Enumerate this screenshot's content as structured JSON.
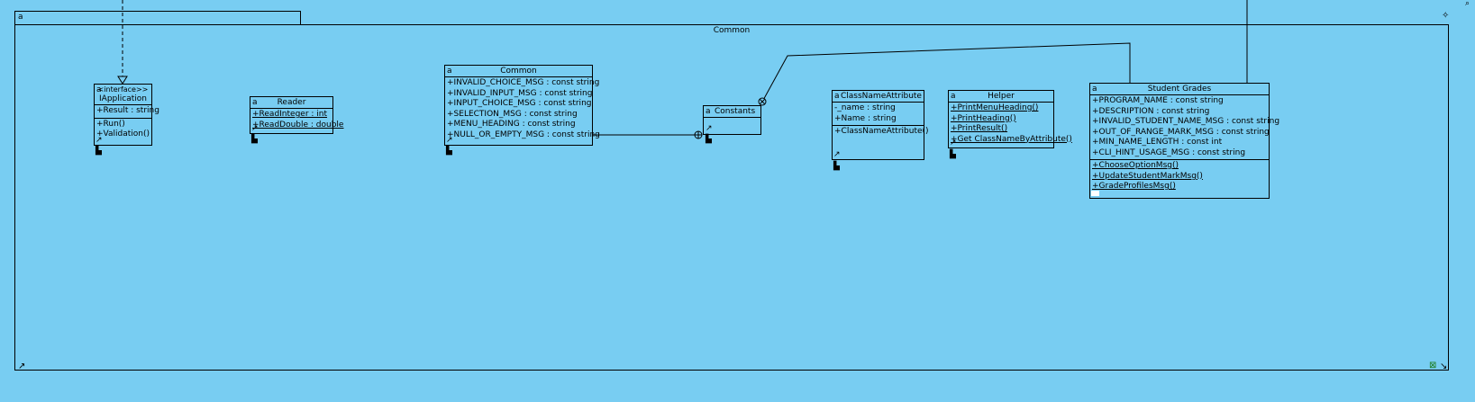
{
  "package": {
    "icon": "a",
    "name": "Common"
  },
  "classes": {
    "iapplication": {
      "icon": "a",
      "stereotype": "<interface>>",
      "name": "IApplication",
      "attributes": [
        "+Result : string"
      ],
      "operations": [
        "+Run()",
        "+Validation()"
      ]
    },
    "reader": {
      "icon": "a",
      "name": "Reader",
      "attributes": [
        "+ReadInteger : int",
        "+ReadDouble : double"
      ]
    },
    "common": {
      "icon": "a",
      "name": "Common",
      "attributes": [
        "+INVALID_CHOICE_MSG : const string",
        "+INVALID_INPUT_MSG : const string",
        "+INPUT_CHOICE_MSG : const string",
        "+SELECTION_MSG : const string",
        "+MENU_HEADING : const string",
        "+NULL_OR_EMPTY_MSG : const string"
      ]
    },
    "constants": {
      "icon": "a",
      "name": "Constants"
    },
    "classnameattribute": {
      "icon": "a",
      "name": "ClassNameAttribute",
      "attributes": [
        "-_name : string",
        "+Name : string"
      ],
      "operations": [
        "+ClassNameAttribute()"
      ]
    },
    "helper": {
      "icon": "a",
      "name": "Helper",
      "operations": [
        "+PrintMenuHeading()",
        "+PrintHeading()",
        "+PrintResult()",
        "+Get ClassNameByAttribute()"
      ]
    },
    "studentgrades": {
      "icon": "a",
      "name": "Student Grades",
      "attributes": [
        "+PROGRAM_NAME : const string",
        "+DESCRIPTION : const string",
        "+INVALID_STUDENT_NAME_MSG : const string",
        "+OUT_OF_RANGE_MARK_MSG : const string",
        "+MIN_NAME_LENGTH : const int",
        "+CLI_HINT_USAGE_MSG : const string"
      ],
      "operations": [
        "+ChooseOptionMsg()",
        "+UpdateStudentMarkMsg()",
        "+GradeProfilesMsg()"
      ]
    }
  }
}
